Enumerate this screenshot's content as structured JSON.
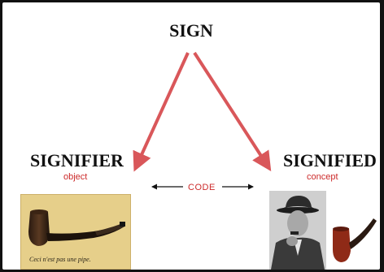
{
  "diagram": {
    "sign": "SIGN",
    "signifier": {
      "title": "SIGNIFIER",
      "subtitle": "object"
    },
    "signified": {
      "title": "SIGNIFIED",
      "subtitle": "concept"
    },
    "code": "CODE"
  },
  "images": {
    "painting_caption": "Ceci n'est pas une pipe.",
    "painting": "magritte-pipe-painting",
    "photo": "man-with-pipe-photo",
    "pipe": "red-tobacco-pipe-photo"
  },
  "colors": {
    "arrow": "#d9575a",
    "sublabel": "#cc2a2a",
    "painting_bg": "#e6cf8a"
  }
}
